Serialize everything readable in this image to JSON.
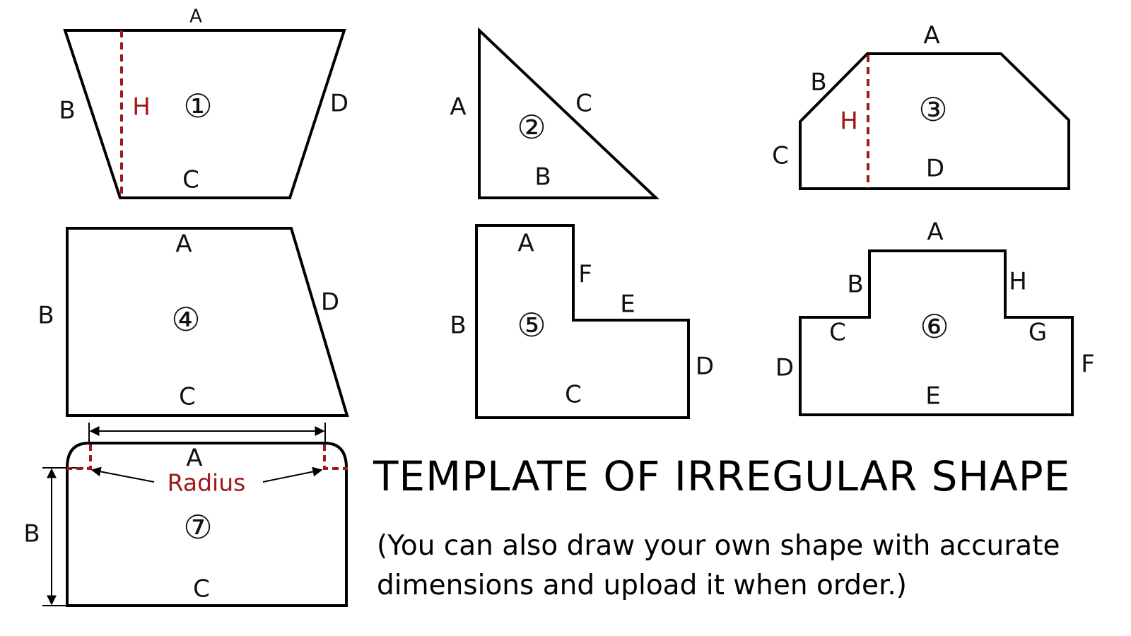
{
  "colors": {
    "line": "#000000",
    "accent": "#a01818"
  },
  "title": "TEMPLATE OF IRREGULAR SHAPE",
  "note": {
    "line1": "(You can also draw your own shape with accurate",
    "line2": "dimensions and upload it when order.)"
  },
  "shapes": {
    "s1": {
      "number": "①",
      "labels": {
        "a": "A",
        "b": "B",
        "c": "C",
        "d": "D",
        "h": "H"
      }
    },
    "s2": {
      "number": "②",
      "labels": {
        "a": "A",
        "b": "B",
        "c": "C"
      }
    },
    "s3": {
      "number": "③",
      "labels": {
        "a": "A",
        "b": "B",
        "c": "C",
        "d": "D",
        "h": "H"
      }
    },
    "s4": {
      "number": "④",
      "labels": {
        "a": "A",
        "b": "B",
        "c": "C",
        "d": "D"
      }
    },
    "s5": {
      "number": "⑤",
      "labels": {
        "a": "A",
        "b": "B",
        "c": "C",
        "d": "D",
        "e": "E",
        "f": "F"
      }
    },
    "s6": {
      "number": "⑥",
      "labels": {
        "a": "A",
        "b": "B",
        "c": "C",
        "d": "D",
        "e": "E",
        "f": "F",
        "g": "G",
        "h": "H"
      }
    },
    "s7": {
      "number": "⑦",
      "labels": {
        "a": "A",
        "b": "B",
        "c": "C",
        "radius": "Radius"
      }
    }
  }
}
